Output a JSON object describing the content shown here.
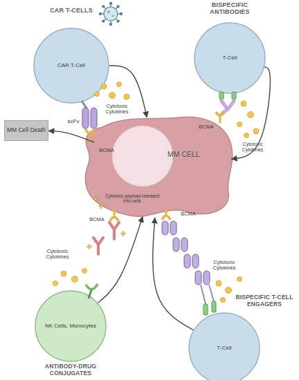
{
  "diagram": {
    "nodes": [
      {
        "text": [
          "CAR T-CELLS",
          "CAR T-Cell"
        ]
      },
      {
        "text": [
          "BISPECIFIC ANTIBODIES",
          "T-Cell"
        ]
      },
      {
        "text": [
          "MM Cell Death"
        ]
      },
      {
        "text": [
          "MM CELL"
        ]
      },
      {
        "text": [
          "NK Cells, Monocytes",
          "ANTIBODY-DRUG CONJUGATES"
        ]
      },
      {
        "text": [
          "BISPECIFIC T-CELL ENGAGERS",
          "T-Cell"
        ]
      }
    ],
    "edges": [
      {
        "from": 0,
        "to": 3,
        "arrow": "to"
      },
      {
        "from": 1,
        "to": 3,
        "arrow": "to"
      },
      {
        "from": 3,
        "to": 2,
        "arrow": "to"
      },
      {
        "from": 4,
        "to": 3,
        "arrow": "to"
      },
      {
        "from": 5,
        "to": 3,
        "arrow": "to"
      }
    ],
    "labels": [
      "scFv",
      "Cytotoxic Cytokines",
      "BCMA",
      "Cytotoxic Cytokines",
      "BCMA",
      "Cytotoxic payload released into cells",
      "BCMA",
      "Cytotoxic Cytokines",
      "BCMA",
      "Cytotoxic Cytokines"
    ]
  }
}
